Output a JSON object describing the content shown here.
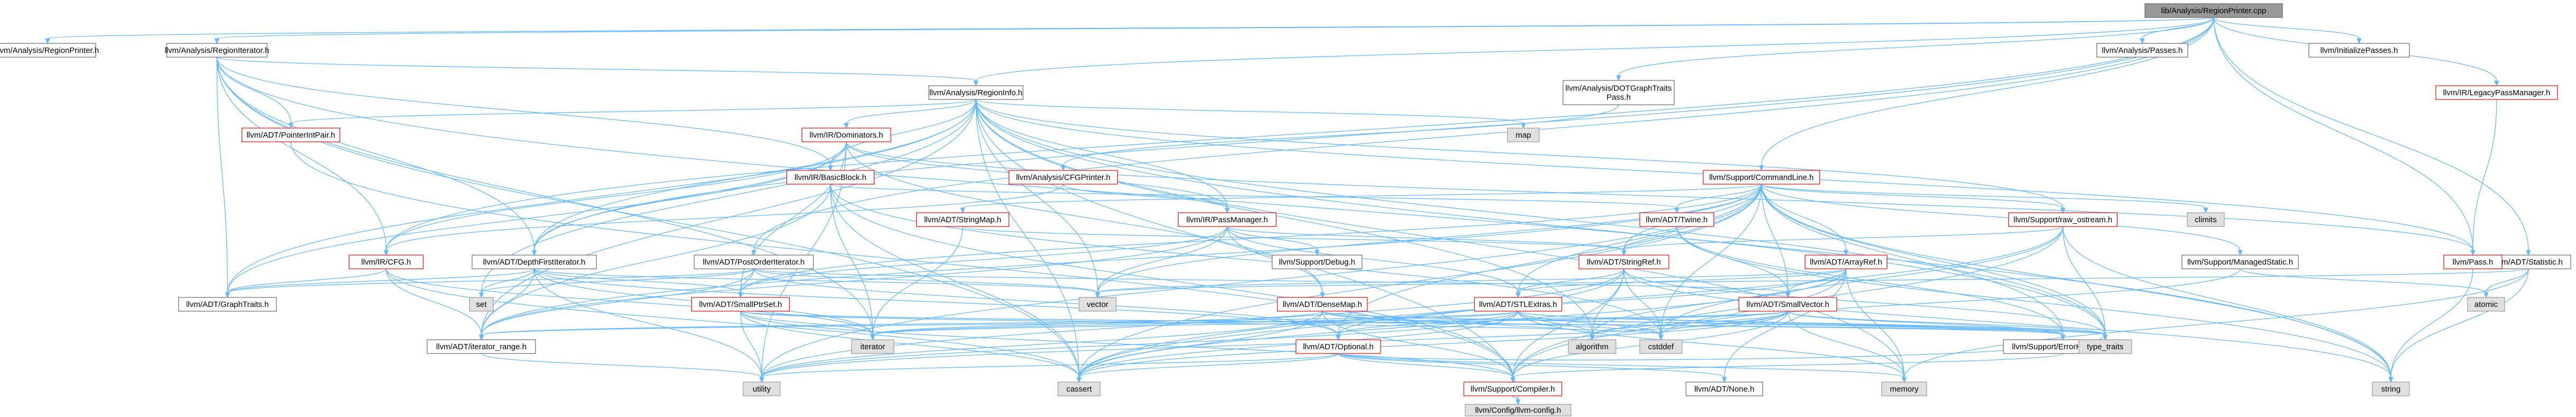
{
  "colors": {
    "root_fill": "#999999",
    "node_fill": "#ffffff",
    "node_stroke": "#666666",
    "partial_stroke": "#ff0000",
    "system_fill": "#e0e0e0",
    "system_stroke": "#999999",
    "edge": "#63b8ff",
    "text": "#000000"
  },
  "nodes": [
    {
      "id": "root",
      "label": "lib/Analysis/RegionPrinter.cpp",
      "kind": "root"
    },
    {
      "id": "regionprinter_h",
      "label": "llvm/Analysis/RegionPrinter.h",
      "kind": "normal"
    },
    {
      "id": "regioniterator_h",
      "label": "llvm/Analysis/RegionIterator.h",
      "kind": "normal"
    },
    {
      "id": "regioninfo_h",
      "label": "llvm/Analysis/RegionInfo.h",
      "kind": "normal"
    },
    {
      "id": "passes_h",
      "label": "llvm/Analysis/Passes.h",
      "kind": "normal"
    },
    {
      "id": "dotgraph_h",
      "label": "llvm/Analysis/DOTGraphTraits\nPass.h",
      "kind": "normal"
    },
    {
      "id": "initpasses_h",
      "label": "llvm/InitializePasses.h",
      "kind": "normal"
    },
    {
      "id": "legacypm_h",
      "label": "llvm/IR/LegacyPassManager.h",
      "kind": "partial"
    },
    {
      "id": "pointerintpair_h",
      "label": "llvm/ADT/PointerIntPair.h",
      "kind": "partial"
    },
    {
      "id": "dominators_h",
      "label": "llvm/IR/Dominators.h",
      "kind": "partial"
    },
    {
      "id": "map",
      "label": "map",
      "kind": "system"
    },
    {
      "id": "basicblock_h",
      "label": "llvm/IR/BasicBlock.h",
      "kind": "partial"
    },
    {
      "id": "cfgprinter_h",
      "label": "llvm/Analysis/CFGPrinter.h",
      "kind": "partial"
    },
    {
      "id": "commandline_h",
      "label": "llvm/Support/CommandLine.h",
      "kind": "partial"
    },
    {
      "id": "climits",
      "label": "climits",
      "kind": "system"
    },
    {
      "id": "stringmap_h",
      "label": "llvm/ADT/StringMap.h",
      "kind": "partial"
    },
    {
      "id": "passmanager_h",
      "label": "llvm/IR/PassManager.h",
      "kind": "partial"
    },
    {
      "id": "twine_h",
      "label": "llvm/ADT/Twine.h",
      "kind": "partial"
    },
    {
      "id": "raw_ostream_h",
      "label": "llvm/Support/raw_ostream.h",
      "kind": "partial"
    },
    {
      "id": "statistic_h",
      "label": "llvm/ADT/Statistic.h",
      "kind": "normal"
    },
    {
      "id": "cfg_h",
      "label": "llvm/IR/CFG.h",
      "kind": "partial"
    },
    {
      "id": "dfiterator_h",
      "label": "llvm/ADT/DepthFirstIterator.h",
      "kind": "normal"
    },
    {
      "id": "poiterator_h",
      "label": "llvm/ADT/PostOrderIterator.h",
      "kind": "normal"
    },
    {
      "id": "debug_h",
      "label": "llvm/Support/Debug.h",
      "kind": "normal"
    },
    {
      "id": "stringref_h",
      "label": "llvm/ADT/StringRef.h",
      "kind": "partial"
    },
    {
      "id": "arrayref_h",
      "label": "llvm/ADT/ArrayRef.h",
      "kind": "partial"
    },
    {
      "id": "managedstatic_h",
      "label": "llvm/Support/ManagedStatic.h",
      "kind": "normal"
    },
    {
      "id": "pass_h",
      "label": "llvm/Pass.h",
      "kind": "partial"
    },
    {
      "id": "atomic",
      "label": "atomic",
      "kind": "system"
    },
    {
      "id": "graphtraits_h",
      "label": "llvm/ADT/GraphTraits.h",
      "kind": "normal"
    },
    {
      "id": "set",
      "label": "set",
      "kind": "system"
    },
    {
      "id": "smallptrset_h",
      "label": "llvm/ADT/SmallPtrSet.h",
      "kind": "partial"
    },
    {
      "id": "vector",
      "label": "vector",
      "kind": "system"
    },
    {
      "id": "densemap_h",
      "label": "llvm/ADT/DenseMap.h",
      "kind": "partial"
    },
    {
      "id": "stlextras_h",
      "label": "llvm/ADT/STLExtras.h",
      "kind": "partial"
    },
    {
      "id": "smallvector_h",
      "label": "llvm/ADT/SmallVector.h",
      "kind": "partial"
    },
    {
      "id": "iterator_range_h",
      "label": "llvm/ADT/iterator_range.h",
      "kind": "normal"
    },
    {
      "id": "iterator",
      "label": "iterator",
      "kind": "system"
    },
    {
      "id": "optional_h",
      "label": "llvm/ADT/Optional.h",
      "kind": "partial"
    },
    {
      "id": "algorithm",
      "label": "algorithm",
      "kind": "system"
    },
    {
      "id": "cstddef",
      "label": "cstddef",
      "kind": "system"
    },
    {
      "id": "errorhandling_h",
      "label": "llvm/Support/ErrorHandling.h",
      "kind": "normal"
    },
    {
      "id": "type_traits",
      "label": "type_traits",
      "kind": "system"
    },
    {
      "id": "utility",
      "label": "utility",
      "kind": "system"
    },
    {
      "id": "cassert",
      "label": "cassert",
      "kind": "system"
    },
    {
      "id": "compiler_h",
      "label": "llvm/Support/Compiler.h",
      "kind": "partial"
    },
    {
      "id": "none_h",
      "label": "llvm/ADT/None.h",
      "kind": "normal"
    },
    {
      "id": "memory",
      "label": "memory",
      "kind": "system"
    },
    {
      "id": "string",
      "label": "string",
      "kind": "system"
    },
    {
      "id": "config_h",
      "label": "llvm/Config/llvm-config.h",
      "kind": "system"
    }
  ],
  "edges": [
    [
      "root",
      "regionprinter_h"
    ],
    [
      "root",
      "regioniterator_h"
    ],
    [
      "root",
      "regioninfo_h"
    ],
    [
      "root",
      "passes_h"
    ],
    [
      "root",
      "dotgraph_h"
    ],
    [
      "root",
      "initpasses_h"
    ],
    [
      "root",
      "legacypm_h"
    ],
    [
      "root",
      "commandline_h"
    ],
    [
      "root",
      "statistic_h"
    ],
    [
      "root",
      "pass_h"
    ],
    [
      "root",
      "cfg_h"
    ],
    [
      "root",
      "dfiterator_h"
    ],
    [
      "root",
      "poiterator_h"
    ],
    [
      "regioniterator_h",
      "regioninfo_h"
    ],
    [
      "regioniterator_h",
      "pointerintpair_h"
    ],
    [
      "regioniterator_h",
      "basicblock_h"
    ],
    [
      "regioniterator_h",
      "cfg_h"
    ],
    [
      "regioniterator_h",
      "graphtraits_h"
    ],
    [
      "regioniterator_h",
      "dfiterator_h"
    ],
    [
      "regioniterator_h",
      "cassert"
    ],
    [
      "regioniterator_h",
      "iterator"
    ],
    [
      "regioniterator_h",
      "type_traits"
    ],
    [
      "regioninfo_h",
      "dominators_h"
    ],
    [
      "regioninfo_h",
      "map"
    ],
    [
      "regioninfo_h",
      "basicblock_h"
    ],
    [
      "regioninfo_h",
      "passmanager_h"
    ],
    [
      "regioninfo_h",
      "dfiterator_h"
    ],
    [
      "regioninfo_h",
      "graphtraits_h"
    ],
    [
      "regioninfo_h",
      "pointerintpair_h"
    ],
    [
      "regioninfo_h",
      "iterator_range_h"
    ],
    [
      "regioninfo_h",
      "pass_h"
    ],
    [
      "regioninfo_h",
      "set"
    ],
    [
      "regioninfo_h",
      "vector"
    ],
    [
      "regioninfo_h",
      "memory"
    ],
    [
      "regioninfo_h",
      "string"
    ],
    [
      "regioninfo_h",
      "algorithm"
    ],
    [
      "regioninfo_h",
      "cassert"
    ],
    [
      "regioninfo_h",
      "config_h"
    ],
    [
      "regioninfo_h",
      "raw_ostream_h"
    ],
    [
      "regioninfo_h",
      "type_traits"
    ],
    [
      "dotgraph_h",
      "cfgprinter_h"
    ],
    [
      "legacypm_h",
      "pass_h"
    ],
    [
      "pointerintpair_h",
      "compiler_h"
    ],
    [
      "dominators_h",
      "basicblock_h"
    ],
    [
      "dominators_h",
      "cfg_h"
    ],
    [
      "dominators_h",
      "passmanager_h"
    ],
    [
      "dominators_h",
      "pass_h"
    ],
    [
      "dominators_h",
      "dfiterator_h"
    ],
    [
      "dominators_h",
      "graphtraits_h"
    ],
    [
      "dominators_h",
      "densemap_h"
    ],
    [
      "dominators_h",
      "smallptrset_h"
    ],
    [
      "dominators_h",
      "utility"
    ],
    [
      "basicblock_h",
      "twine_h"
    ],
    [
      "basicblock_h",
      "iterator_range_h"
    ],
    [
      "basicblock_h",
      "compiler_h"
    ],
    [
      "basicblock_h",
      "cassert"
    ],
    [
      "basicblock_h",
      "cstddef"
    ],
    [
      "basicblock_h",
      "iterator"
    ],
    [
      "cfgprinter_h",
      "passmanager_h"
    ],
    [
      "cfgprinter_h",
      "cfg_h"
    ],
    [
      "commandline_h",
      "climits"
    ],
    [
      "commandline_h",
      "stringmap_h"
    ],
    [
      "commandline_h",
      "twine_h"
    ],
    [
      "commandline_h",
      "raw_ostream_h"
    ],
    [
      "commandline_h",
      "stringref_h"
    ],
    [
      "commandline_h",
      "arrayref_h"
    ],
    [
      "commandline_h",
      "managedstatic_h"
    ],
    [
      "commandline_h",
      "smallptrset_h"
    ],
    [
      "commandline_h",
      "smallvector_h"
    ],
    [
      "commandline_h",
      "stlextras_h"
    ],
    [
      "commandline_h",
      "optional_h"
    ],
    [
      "commandline_h",
      "iterator_range_h"
    ],
    [
      "commandline_h",
      "errorhandling_h"
    ],
    [
      "commandline_h",
      "type_traits"
    ],
    [
      "commandline_h",
      "vector"
    ],
    [
      "commandline_h",
      "string"
    ],
    [
      "commandline_h",
      "cassert"
    ],
    [
      "commandline_h",
      "cstddef"
    ],
    [
      "commandline_h",
      "utility"
    ],
    [
      "stringmap_h",
      "stringref_h"
    ],
    [
      "stringmap_h",
      "iterator"
    ],
    [
      "passmanager_h",
      "densemap_h"
    ],
    [
      "passmanager_h",
      "smallptrset_h"
    ],
    [
      "passmanager_h",
      "stringref_h"
    ],
    [
      "passmanager_h",
      "stlextras_h"
    ],
    [
      "passmanager_h",
      "debug_h"
    ],
    [
      "passmanager_h",
      "iterator_range_h"
    ],
    [
      "passmanager_h",
      "vector"
    ],
    [
      "passmanager_h",
      "cstring"
    ],
    [
      "twine_h",
      "stringref_h"
    ],
    [
      "twine_h",
      "smallvector_h"
    ],
    [
      "twine_h",
      "errorhandling_h"
    ],
    [
      "twine_h",
      "string"
    ],
    [
      "raw_ostream_h",
      "stringref_h"
    ],
    [
      "raw_ostream_h",
      "type_traits"
    ],
    [
      "raw_ostream_h",
      "cassert"
    ],
    [
      "raw_ostream_h",
      "cstddef"
    ],
    [
      "raw_ostream_h",
      "string"
    ],
    [
      "raw_ostream_h",
      "compiler_h"
    ],
    [
      "statistic_h",
      "atomic"
    ],
    [
      "statistic_h",
      "memory"
    ],
    [
      "statistic_h",
      "string"
    ],
    [
      "statistic_h",
      "vector"
    ],
    [
      "cfg_h",
      "graphtraits_h"
    ],
    [
      "cfg_h",
      "iterator_range_h"
    ],
    [
      "cfg_h",
      "cassert"
    ],
    [
      "cfg_h",
      "iterator"
    ],
    [
      "dfiterator_h",
      "graphtraits_h"
    ],
    [
      "dfiterator_h",
      "smallptrset_h"
    ],
    [
      "dfiterator_h",
      "iterator_range_h"
    ],
    [
      "dfiterator_h",
      "set"
    ],
    [
      "dfiterator_h",
      "utility"
    ],
    [
      "dfiterator_h",
      "vector"
    ],
    [
      "dfiterator_h",
      "iterator"
    ],
    [
      "dfiterator_h",
      "optional_h"
    ],
    [
      "poiterator_h",
      "graphtraits_h"
    ],
    [
      "poiterator_h",
      "smallptrset_h"
    ],
    [
      "poiterator_h",
      "iterator_range_h"
    ],
    [
      "poiterator_h",
      "set"
    ],
    [
      "poiterator_h",
      "smallvector_h"
    ],
    [
      "poiterator_h",
      "optional_h"
    ],
    [
      "poiterator_h",
      "vector"
    ],
    [
      "stringref_h",
      "stlextras_h"
    ],
    [
      "stringref_h",
      "compiler_h"
    ],
    [
      "stringref_h",
      "algorithm"
    ],
    [
      "stringref_h",
      "cassert"
    ],
    [
      "stringref_h",
      "cstddef"
    ],
    [
      "stringref_h",
      "string"
    ],
    [
      "stringref_h",
      "type_traits"
    ],
    [
      "stringref_h",
      "utility"
    ],
    [
      "arrayref_h",
      "stlextras_h"
    ],
    [
      "arrayref_h",
      "smallvector_h"
    ],
    [
      "arrayref_h",
      "none_h"
    ],
    [
      "arrayref_h",
      "optional_h"
    ],
    [
      "arrayref_h",
      "compiler_h"
    ],
    [
      "arrayref_h",
      "algorithm"
    ],
    [
      "arrayref_h",
      "cassert"
    ],
    [
      "arrayref_h",
      "memory"
    ],
    [
      "arrayref_h",
      "vector"
    ],
    [
      "managedstatic_h",
      "atomic"
    ],
    [
      "managedstatic_h",
      "cstddef"
    ],
    [
      "pass_h",
      "string"
    ],
    [
      "smallptrset_h",
      "compiler_h"
    ],
    [
      "smallptrset_h",
      "type_traits"
    ],
    [
      "smallptrset_h",
      "cstddef"
    ],
    [
      "smallptrset_h",
      "iterator"
    ],
    [
      "smallptrset_h",
      "utility"
    ],
    [
      "smallptrset_h",
      "cassert"
    ],
    [
      "smallptrset_h",
      "errorhandling_h"
    ],
    [
      "densemap_h",
      "errorhandling_h"
    ],
    [
      "densemap_h",
      "compiler_h"
    ],
    [
      "densemap_h",
      "algorithm"
    ],
    [
      "densemap_h",
      "cassert"
    ],
    [
      "densemap_h",
      "iterator"
    ],
    [
      "densemap_h",
      "type_traits"
    ],
    [
      "densemap_h",
      "utility"
    ],
    [
      "densemap_h",
      "cstddef"
    ],
    [
      "stlextras_h",
      "optional_h"
    ],
    [
      "stlextras_h",
      "iterator_range_h"
    ],
    [
      "stlextras_h",
      "errorhandling_h"
    ],
    [
      "stlextras_h",
      "algorithm"
    ],
    [
      "stlextras_h",
      "cassert"
    ],
    [
      "stlextras_h",
      "cstddef"
    ],
    [
      "stlextras_h",
      "iterator"
    ],
    [
      "stlextras_h",
      "type_traits"
    ],
    [
      "stlextras_h",
      "utility"
    ],
    [
      "stlextras_h",
      "memory"
    ],
    [
      "smallvector_h",
      "iterator_range_h"
    ],
    [
      "smallvector_h",
      "compiler_h"
    ],
    [
      "smallvector_h",
      "algorithm"
    ],
    [
      "smallvector_h",
      "cassert"
    ],
    [
      "smallvector_h",
      "cstddef"
    ],
    [
      "smallvector_h",
      "iterator"
    ],
    [
      "smallvector_h",
      "memory"
    ],
    [
      "smallvector_h",
      "type_traits"
    ],
    [
      "smallvector_h",
      "utility"
    ],
    [
      "smallvector_h",
      "errorhandling_h"
    ],
    [
      "iterator_range_h",
      "utility"
    ],
    [
      "optional_h",
      "none_h"
    ],
    [
      "optional_h",
      "compiler_h"
    ],
    [
      "optional_h",
      "cassert"
    ],
    [
      "optional_h",
      "utility"
    ],
    [
      "optional_h",
      "type_traits"
    ],
    [
      "optional_h",
      "memory"
    ],
    [
      "errorhandling_h",
      "compiler_h"
    ],
    [
      "compiler_h",
      "config_h"
    ]
  ]
}
